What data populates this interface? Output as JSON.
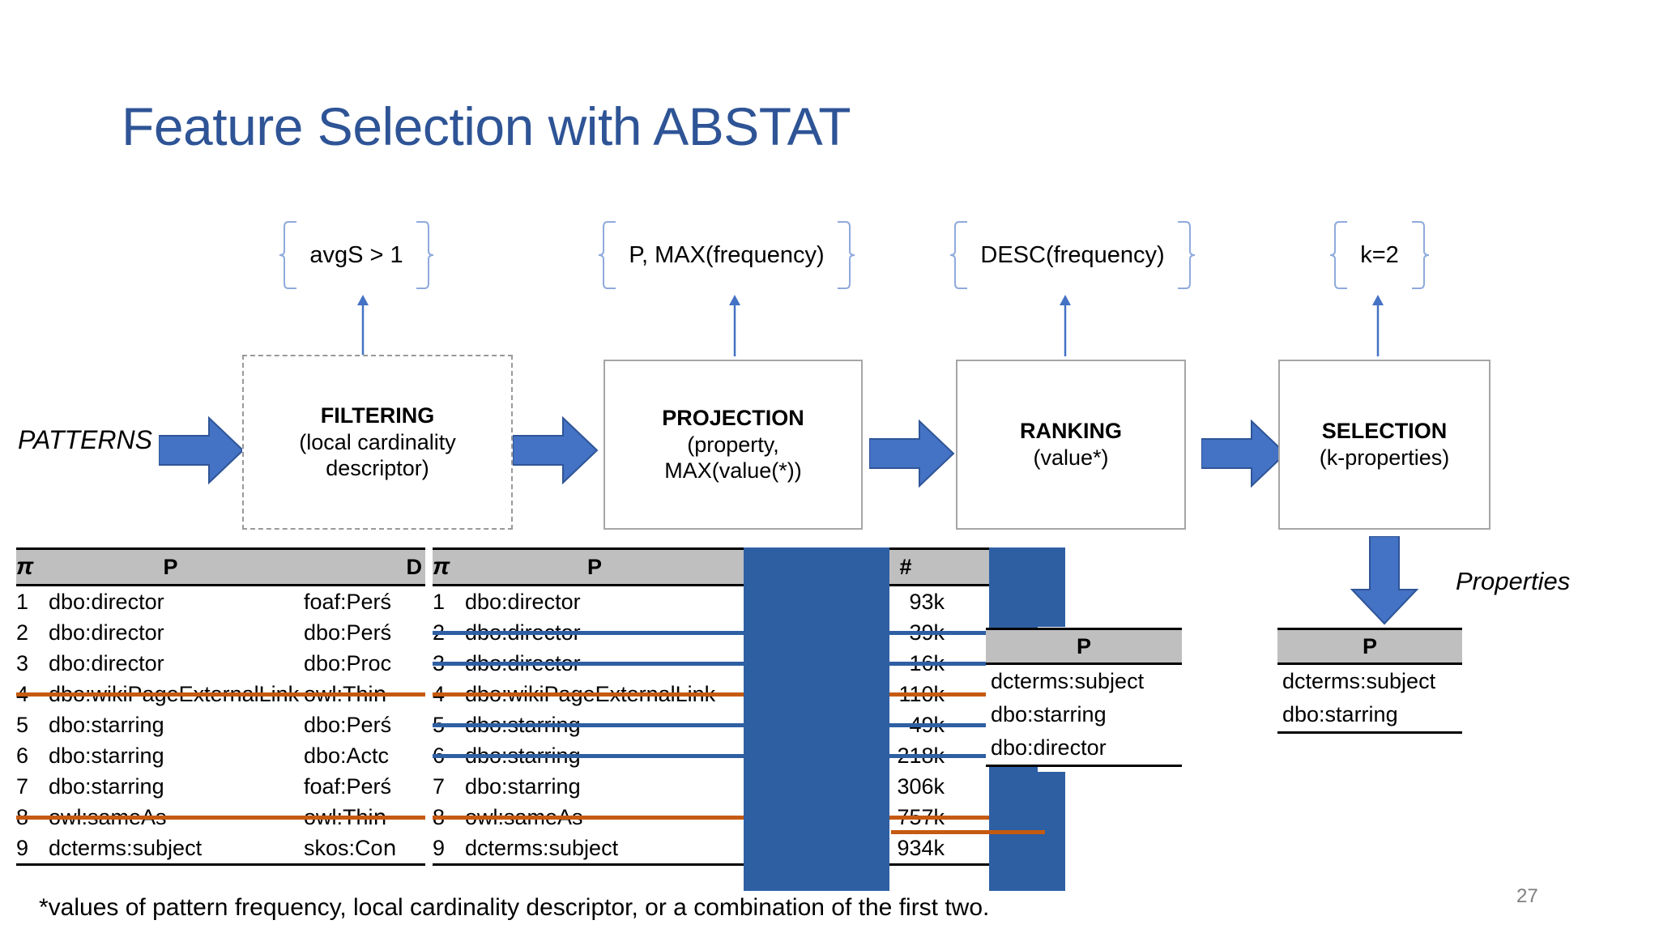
{
  "slide": {
    "title": "Feature Selection with ABSTAT",
    "title_color": "#2E5496",
    "page_number": "27",
    "footnote": "*values of pattern frequency, local cardinality descriptor, or a combination of the first two.",
    "input_label": "PATTERNS",
    "output_label": "Properties"
  },
  "params": [
    {
      "text": "avgS > 1"
    },
    {
      "text": "P, MAX(frequency)"
    },
    {
      "text": "DESC(frequency)"
    },
    {
      "text": "k=2"
    }
  ],
  "stages": [
    {
      "name": "FILTERING",
      "sub": "(local cardinality\ndescriptor)",
      "sub_line1": "(local cardinality",
      "sub_line2": "descriptor)",
      "border": "dashed"
    },
    {
      "name": "PROJECTION",
      "sub_line1": "(property,",
      "sub_line2": "MAX(value(*))",
      "border": "solid"
    },
    {
      "name": "RANKING",
      "sub_line1": "(value*)",
      "sub_line2": "",
      "border": "solid"
    },
    {
      "name": "SELECTION",
      "sub_line1": "(k-properties)",
      "sub_line2": "",
      "border": "solid"
    }
  ],
  "table_patterns": {
    "headers": {
      "idx": "π",
      "p": "P",
      "d": "D"
    },
    "rows": [
      {
        "idx": "1",
        "p": "dbo:director",
        "d": "foaf:Perś",
        "strike": "none"
      },
      {
        "idx": "2",
        "p": "dbo:director",
        "d": "dbo:Perś",
        "strike": "none"
      },
      {
        "idx": "3",
        "p": "dbo:director",
        "d": "dbo:Proс",
        "strike": "none"
      },
      {
        "idx": "4",
        "p": "dbo:wikiPageExternalLink",
        "d": "owl:Thiո",
        "strike": "orange"
      },
      {
        "idx": "5",
        "p": "dbo:starring",
        "d": "dbo:Perś",
        "strike": "none"
      },
      {
        "idx": "6",
        "p": "dbo:starring",
        "d": "dbo:Actс",
        "strike": "none"
      },
      {
        "idx": "7",
        "p": "dbo:starring",
        "d": "foaf:Perś",
        "strike": "none"
      },
      {
        "idx": "8",
        "p": "owl:sameAs",
        "d": "owl:Thiո",
        "strike": "orange"
      },
      {
        "idx": "9",
        "p": "dcterms:subject",
        "d": "skos:Coո",
        "strike": "none"
      }
    ]
  },
  "table_projection": {
    "headers": {
      "idx": "π",
      "p": "P",
      "hash": "#"
    },
    "rows": [
      {
        "idx": "1",
        "p": "dbo:director",
        "hash": "93k",
        "strike": "none"
      },
      {
        "idx": "2",
        "p": "dbo:director",
        "hash": "39k",
        "strike": "blue"
      },
      {
        "idx": "3",
        "p": "dbo:director",
        "hash": "16k",
        "strike": "blue"
      },
      {
        "idx": "4",
        "p": "dbo:wikiPageExternalLink",
        "hash": "110k",
        "strike": "orange"
      },
      {
        "idx": "5",
        "p": "dbo:starring",
        "hash": "49k",
        "strike": "blue"
      },
      {
        "idx": "6",
        "p": "dbo:starring",
        "hash": "218k",
        "strike": "blue"
      },
      {
        "idx": "7",
        "p": "dbo:starring",
        "hash": "306k",
        "strike": "none"
      },
      {
        "idx": "8",
        "p": "owl:sameAs",
        "hash": "757k",
        "strike": "orange"
      },
      {
        "idx": "9",
        "p": "dcterms:subject",
        "hash": "934k",
        "strike": "none"
      }
    ]
  },
  "table_ranking": {
    "header": "P",
    "rows": [
      "dcterms:subject",
      "dbo:starring",
      "dbo:director"
    ]
  },
  "table_selection": {
    "header": "P",
    "rows": [
      "dcterms:subject",
      "dbo:starring"
    ]
  },
  "colors": {
    "accent_blue": "#2E5FA3",
    "strike_orange": "#C55A11",
    "title_blue": "#2E5496",
    "header_gray": "#BFBFBF"
  }
}
